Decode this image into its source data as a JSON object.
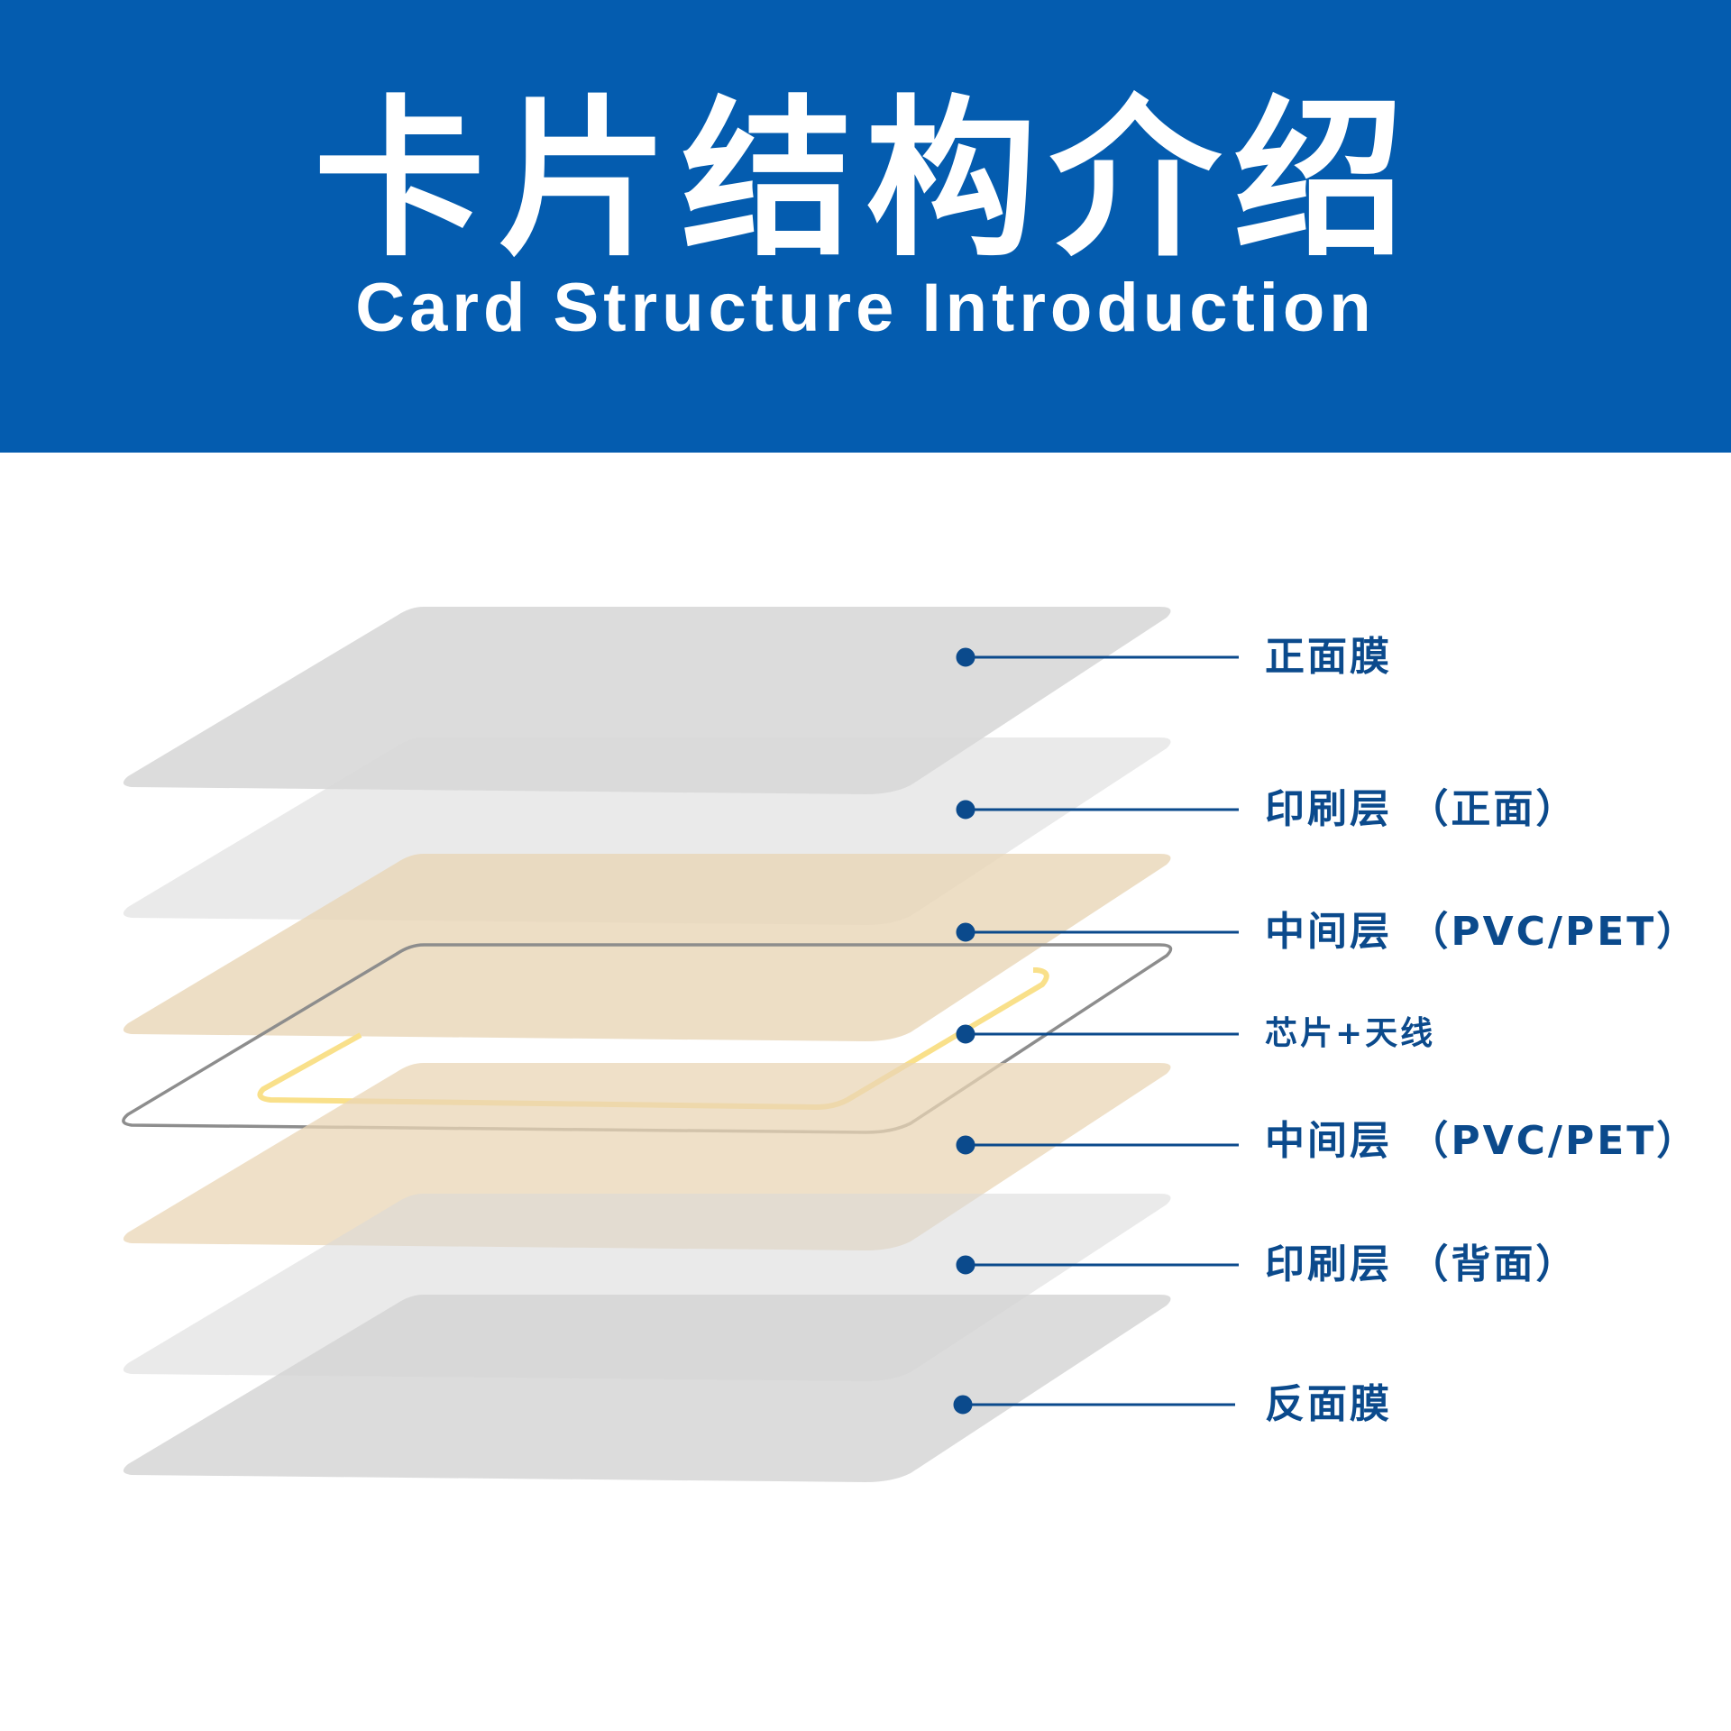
{
  "header": {
    "title_cn": "卡片结构介绍",
    "title_en": "Card Structure Introduction",
    "background": "#045caf"
  },
  "layers": [
    {
      "label": "正面膜",
      "color": "#d6d6d6"
    },
    {
      "label": "印刷层 （正面）",
      "color": "#e3e3e3"
    },
    {
      "label": "中间层 （PVC/PET）",
      "color": "#ecdcc2"
    },
    {
      "label": "芯片+天线",
      "color": "#9a9a9a",
      "antenna_color": "#f9e08a"
    },
    {
      "label": "中间层 （PVC/PET）",
      "color": "#ecdcc2"
    },
    {
      "label": "印刷层 （背面）",
      "color": "#e3e3e3"
    },
    {
      "label": "反面膜",
      "color": "#d6d6d6"
    }
  ],
  "accent": "#0b4a8c"
}
